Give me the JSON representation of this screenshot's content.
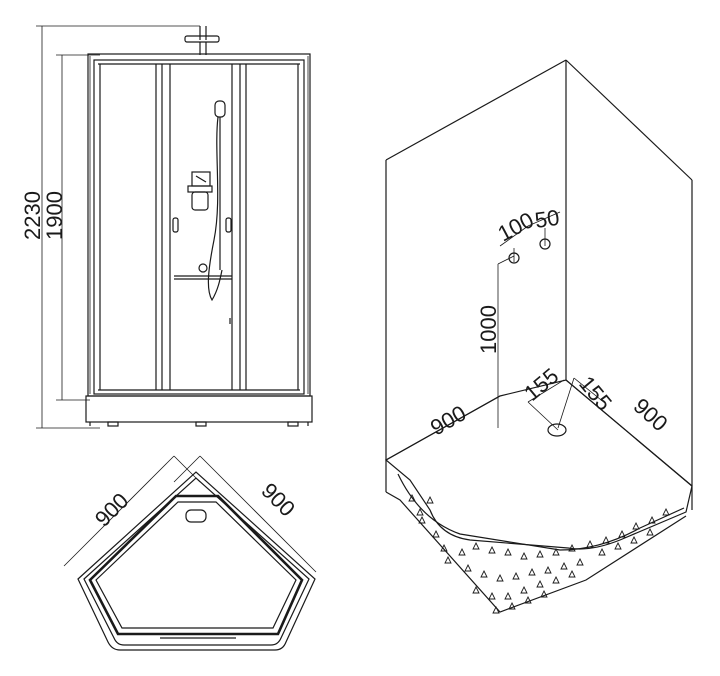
{
  "front_view": {
    "overall_height": "2230",
    "door_height": "1900"
  },
  "plan_view": {
    "side_left": "900",
    "side_right": "900"
  },
  "iso_view": {
    "spacing_a": "100",
    "spacing_b": "50",
    "outlet_height": "1000",
    "drain_offset_left": "155",
    "drain_offset_right": "155",
    "side_left": "900",
    "side_right": "900"
  }
}
